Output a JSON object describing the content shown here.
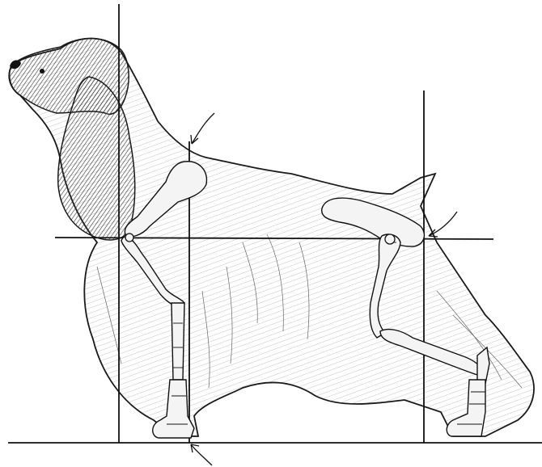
{
  "figure": {
    "subject": "dog-skeleton-anatomy",
    "colors": {
      "background": "#ffffff",
      "ink": "#1a1a1a",
      "shading": "#2b2b2b",
      "bone_fill": "#f4f4f4"
    },
    "elements": {
      "guide_lines": [
        "front-vertical-line",
        "rear-vertical-line",
        "topline-horizontal-line",
        "withers-vertical-line",
        "ground-line"
      ],
      "arrows": [
        "withers-arrow",
        "hip-arrow",
        "foot-arrow"
      ],
      "bones": [
        "scapula",
        "humerus",
        "radius-ulna",
        "front-paw-bones",
        "pelvis",
        "femur",
        "tibia",
        "hock",
        "rear-paw-bones"
      ]
    }
  }
}
